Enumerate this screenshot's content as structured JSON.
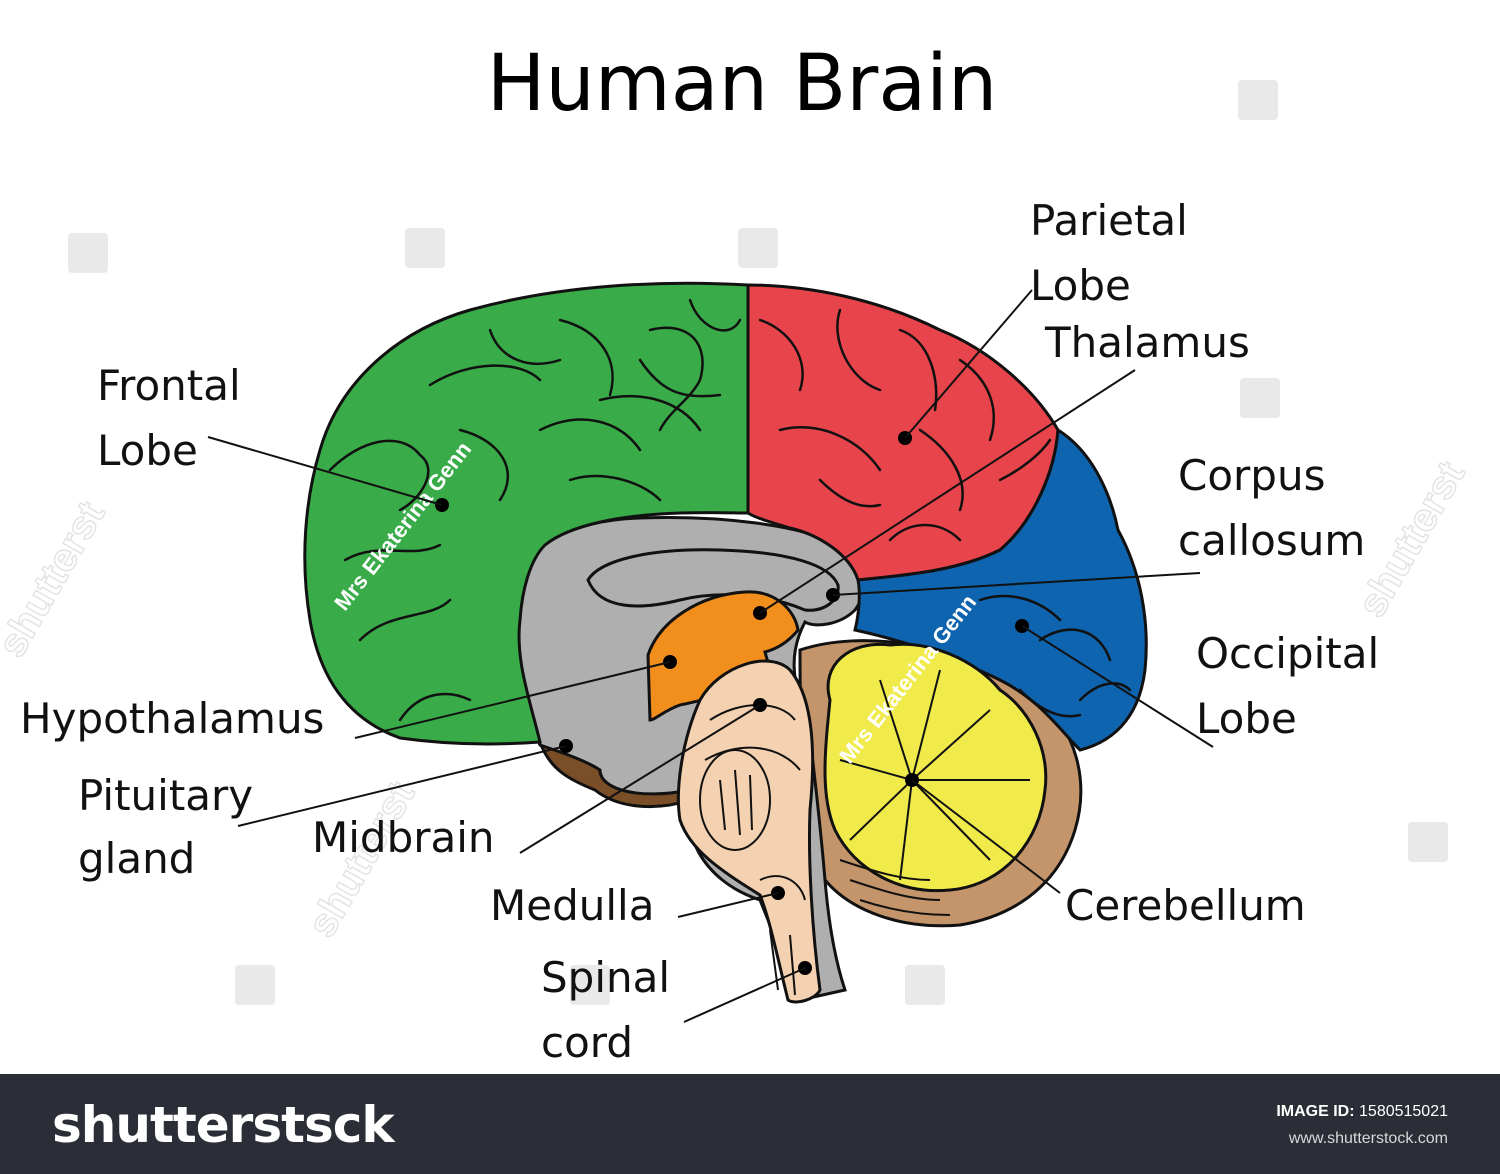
{
  "title": "Human Brain",
  "labels": {
    "parietal_1": "Parietal",
    "parietal_2": "Lobe",
    "thalamus": "Thalamus",
    "frontal_1": "Frontal",
    "frontal_2": "Lobe",
    "corpus_1": "Corpus",
    "corpus_2": "callosum",
    "occipital_1": "Occipital",
    "occipital_2": "Lobe",
    "hypothalamus": "Hypothalamus",
    "pituitary_1": "Pituitary",
    "pituitary_2": "gland",
    "midbrain": "Midbrain",
    "medulla": "Medulla",
    "cerebellum": "Cerebellum",
    "spinal_1": "Spinal",
    "spinal_2": "cord"
  },
  "watermark": {
    "author": "Mrs Ekaterina Genn",
    "brand": "shutterstock"
  },
  "footer": {
    "brand": "shutterstsck",
    "image_id_label": "IMAGE ID:",
    "image_id": "1580515021",
    "url": "www.shutterstock.com"
  },
  "colors": {
    "frontal": "#39ac49",
    "parietal": "#e7444c",
    "occipital": "#0e64ae",
    "cerebellum": "#f1ea4b",
    "thalamus": "#f18e1c",
    "corpus_callosum": "#afafaf",
    "brainstem": "#f4d2b1",
    "outer_tissue": "#c4956b",
    "dark_tissue": "#7a4e26",
    "footer_bg": "#2b2e36"
  }
}
